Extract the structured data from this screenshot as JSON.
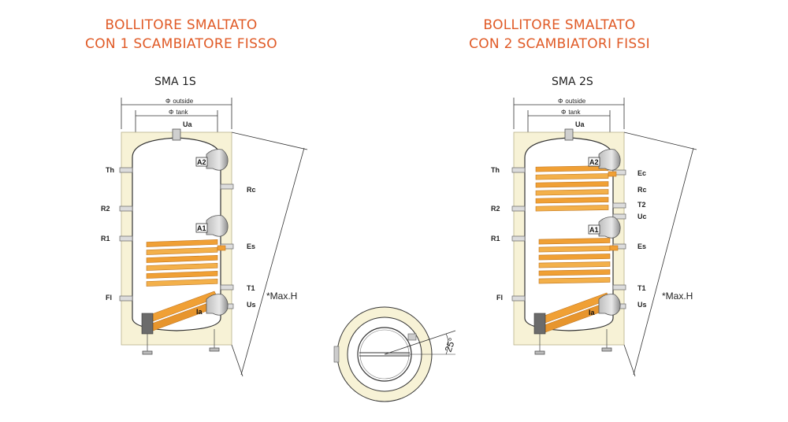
{
  "left": {
    "heading_line1": "BOLLITORE SMALTATO",
    "heading_line2": "CON 1 SCAMBIATORE FISSO",
    "model": "SMA 1S",
    "outside": "outside",
    "tank": "tank",
    "phi": "Φ",
    "labels": {
      "Ua": "Ua",
      "A2": "A2",
      "Th": "Th",
      "Rc": "Rc",
      "R2": "R2",
      "A1": "A1",
      "R1": "R1",
      "Es": "Es",
      "T1": "T1",
      "Fl": "Fl",
      "Us": "Us",
      "Ia": "Ia"
    },
    "maxh": "*Max.H"
  },
  "right": {
    "heading_line1": "BOLLITORE SMALTATO",
    "heading_line2": "CON 2 SCAMBIATORI FISSI",
    "model": "SMA 2S",
    "outside": "outside",
    "tank": "tank",
    "phi": "Φ",
    "labels": {
      "Ua": "Ua",
      "A2": "A2",
      "Th": "Th",
      "Ec": "Ec",
      "Rc": "Rc",
      "R2": "R2",
      "T2": "T2",
      "Uc": "Uc",
      "A1": "A1",
      "R1": "R1",
      "Es": "Es",
      "T1": "T1",
      "Fl": "Fl",
      "Us": "Us",
      "Ia": "Ia"
    },
    "maxh": "*Max.H"
  },
  "topview": {
    "angle": "25°"
  },
  "colors": {
    "heading": "#e05a26",
    "insulation": "#f7f2d6",
    "coil": "#f0a035",
    "coil_dark": "#d9852a",
    "tank_outline": "#333333"
  }
}
